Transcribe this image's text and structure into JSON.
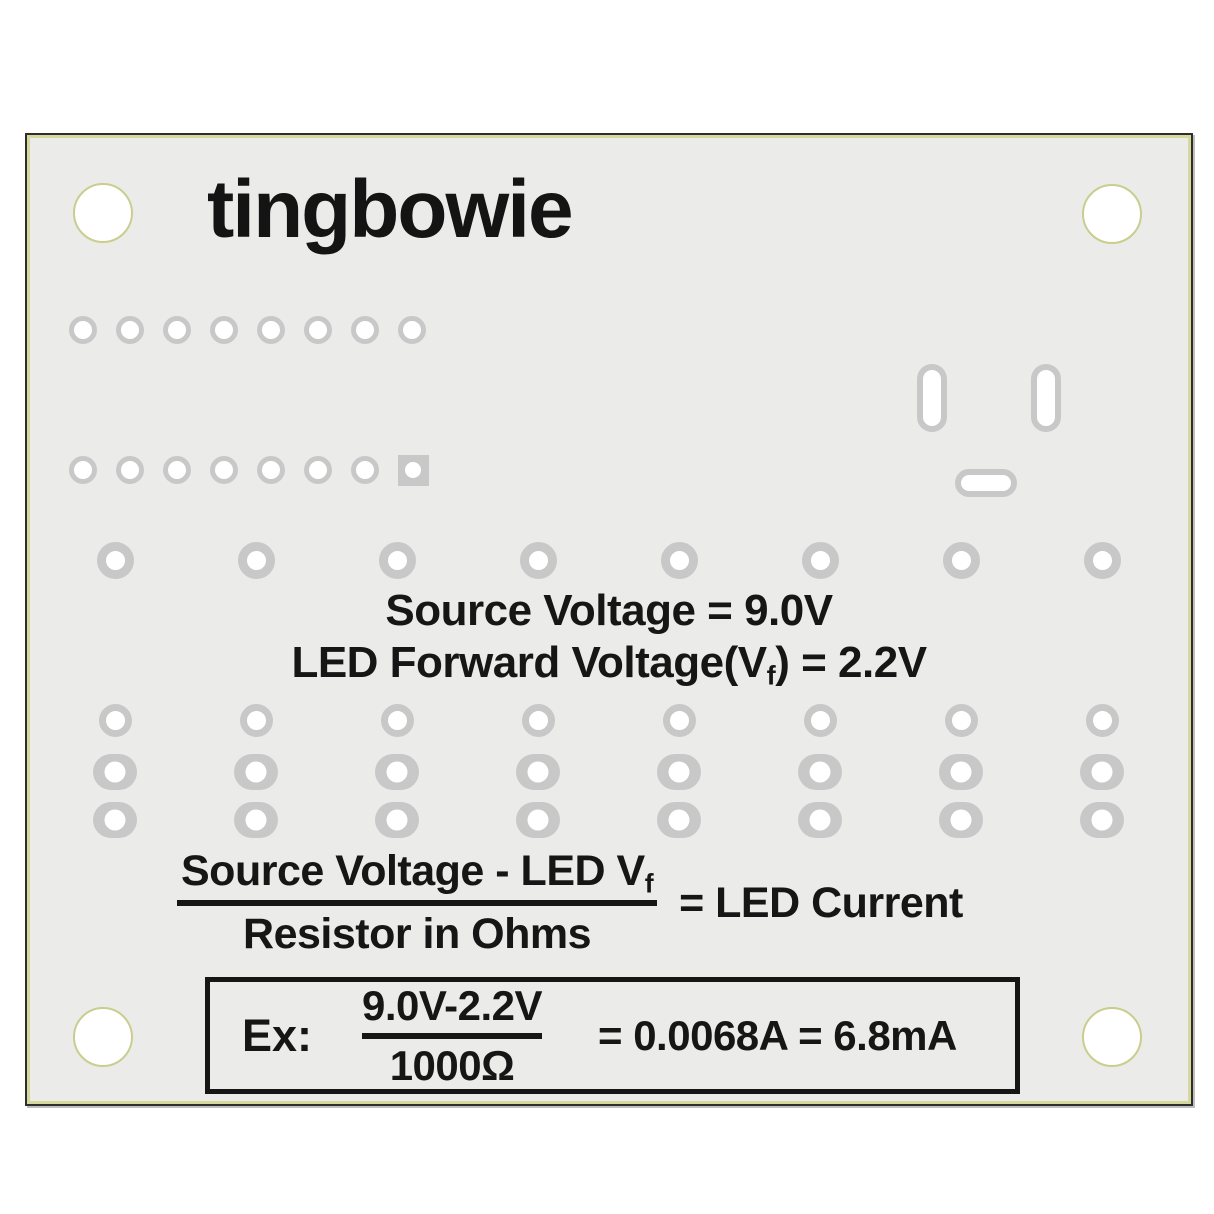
{
  "board": {
    "title": "tingbowie",
    "info": {
      "line1": "Source Voltage = 9.0V",
      "line2_prefix": "LED Forward Voltage(V",
      "line2_sub": "f",
      "line2_suffix": ") = 2.2V"
    },
    "formula": {
      "numerator_prefix": "Source Voltage - LED V",
      "numerator_sub": "f",
      "denominator": "Resistor in Ohms",
      "result": "= LED Current"
    },
    "example": {
      "label": "Ex:",
      "numerator": "9.0V-2.2V",
      "denominator": "1000Ω",
      "result": "= 0.0068A = 6.8mA"
    }
  },
  "pads": {
    "mounting_holes": 4,
    "small_hole_rows": {
      "rows": 2,
      "holes_per_row": 8,
      "square_pad_last_in_row_2": true
    },
    "medium_hole_row": {
      "holes": 8
    },
    "grid": {
      "rows": 3,
      "columns": 8
    },
    "vertical_slots": 2,
    "horizontal_slots": 1
  },
  "colors": {
    "board_surface": "#ebebea",
    "board_outline": "#2e2e2c",
    "board_inner_edge": "#d6d89c",
    "mounting_hole_ring": "#c9cd8e",
    "pad_gray": "#c8c8c8",
    "silkscreen_text": "#161616"
  }
}
